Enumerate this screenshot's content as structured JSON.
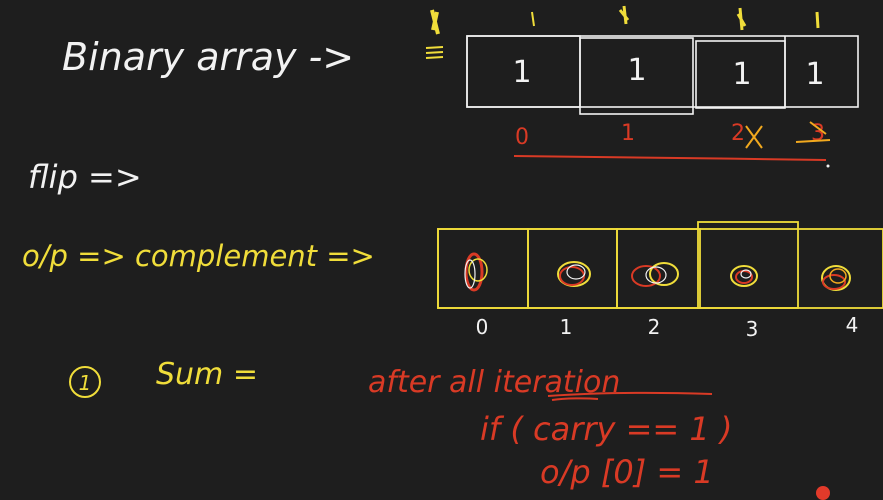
{
  "colors": {
    "background": "#1e1e1e",
    "white_ink": "#f2f2f2",
    "yellow_ink": "#f0dd3a",
    "red_ink": "#d93a25",
    "orange_ink": "#f2a91e",
    "cursor": "#e23a2a"
  },
  "notes": {
    "binary_array": "Binary array ->",
    "flip": "flip =>",
    "output": "o/p => complement =>",
    "step_number": "1",
    "sum": "Sum =",
    "after": "after all iteration",
    "condition": "if ( carry == 1 )",
    "assign": "o/p [0] = 1"
  },
  "top_array": {
    "values": [
      "1",
      "1",
      "1",
      "1"
    ],
    "indices": [
      "0",
      "1",
      "2",
      "3"
    ]
  },
  "bottom_array": {
    "indices": [
      "0",
      "1",
      "2",
      "3",
      "4"
    ]
  },
  "cursor_icon": "pointer-dot-icon"
}
